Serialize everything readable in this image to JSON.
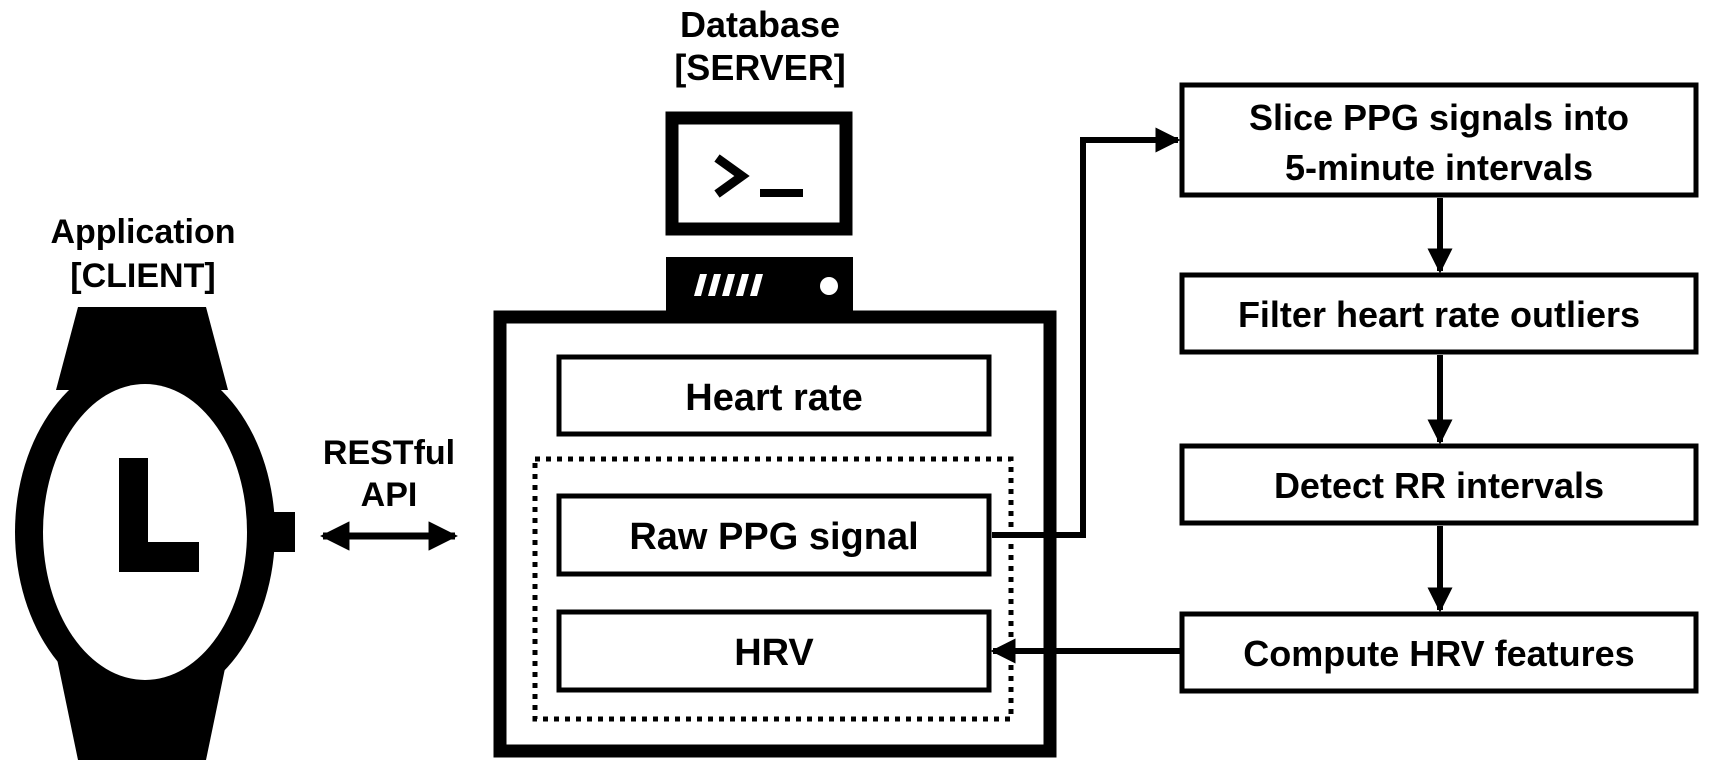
{
  "client": {
    "title_line1": "Application",
    "title_line2": "[CLIENT]",
    "device_icon": "smartwatch-icon"
  },
  "connection": {
    "label_line1": "RESTful",
    "label_line2": "API",
    "arrow": "bidirectional-arrow"
  },
  "server": {
    "title_line1": "Database",
    "title_line2": "[SERVER]",
    "monitor_icon": "terminal-monitor-icon",
    "prompt_text": ">_",
    "fields": {
      "heart_rate": "Heart rate",
      "raw_ppg": "Raw PPG signal",
      "hrv": "HRV"
    }
  },
  "pipeline": {
    "steps": [
      {
        "line1": "Slice PPG signals into",
        "line2": "5-minute intervals"
      },
      {
        "line1": "Filter heart rate outliers"
      },
      {
        "line1": "Detect RR intervals"
      },
      {
        "line1": "Compute HRV features"
      }
    ]
  }
}
